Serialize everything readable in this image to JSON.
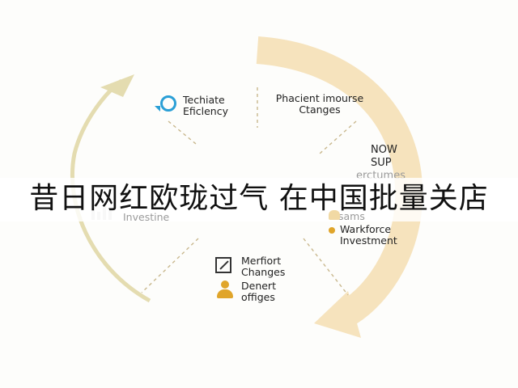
{
  "colors": {
    "big_arrow": "#f6e3bd",
    "left_arrow": "#e4dcb0",
    "icon_blue": "#2a9fd6",
    "icon_gold": "#e0a52a",
    "dash": "#c9b88e"
  },
  "nodes": {
    "top_left": {
      "line1": "Techiate",
      "line2": "Eficlency",
      "icon": "gear-ring-icon"
    },
    "top_right": {
      "line1": "Phacient imourse",
      "line2": "Ctanges"
    },
    "right_upper": {
      "line1": "NOW",
      "line2": "SUP",
      "line3": "erctumes"
    },
    "right_mid": {
      "line1": "sams"
    },
    "right_lower": {
      "line1": "Warkforce",
      "line2": "Investment",
      "icon": "bullet-icon"
    },
    "left_mid": {
      "line1": "Investine"
    },
    "bottom": {
      "a_line1": "Merfiort",
      "a_line2": "Changes",
      "a_icon": "edit-icon",
      "b_line1": "Denert",
      "b_line2": "offiges",
      "b_icon": "person-icon"
    }
  },
  "banner": {
    "text": "昔日网红欧珑过气 在中国批量关店"
  }
}
